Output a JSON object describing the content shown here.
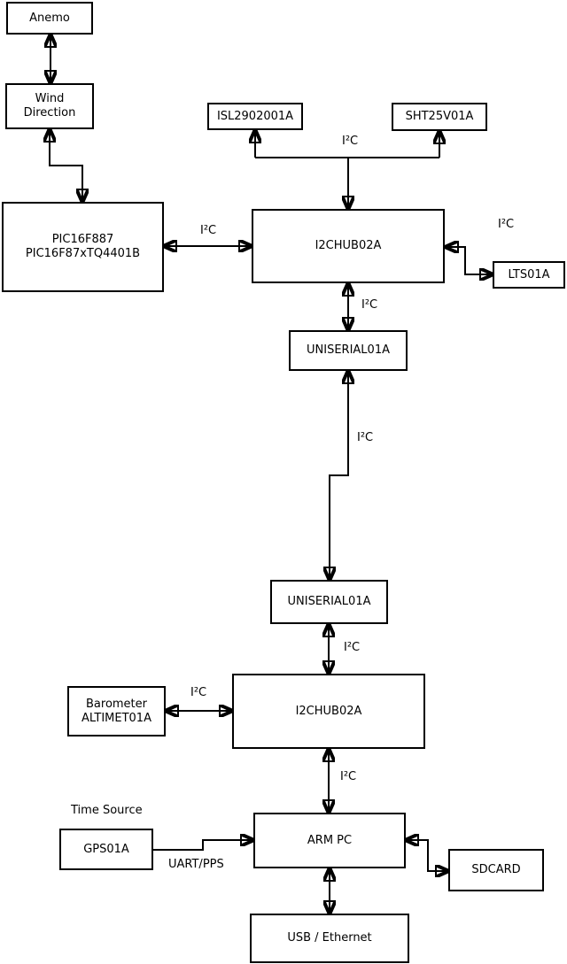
{
  "nodes": {
    "anemo": {
      "label": "Anemo"
    },
    "wind_direction": {
      "label": "Wind\nDirection"
    },
    "pic": {
      "label": "PIC16F887\nPIC16F87xTQ4401B"
    },
    "isl": {
      "label": "ISL2902001A"
    },
    "sht": {
      "label": "SHT25V01A"
    },
    "hub1": {
      "label": "I2CHUB02A"
    },
    "lts": {
      "label": "LTS01A"
    },
    "uniserial1": {
      "label": "UNISERIAL01A"
    },
    "uniserial2": {
      "label": "UNISERIAL01A"
    },
    "hub2": {
      "label": "I2CHUB02A"
    },
    "barometer": {
      "label": "Barometer\nALTIMET01A"
    },
    "arm_pc": {
      "label": "ARM PC"
    },
    "gps": {
      "label": "GPS01A"
    },
    "sdcard": {
      "label": "SDCARD"
    },
    "usb_ethernet": {
      "label": "USB / Ethernet"
    }
  },
  "edge_labels": {
    "bus_top": "I²C",
    "pic_hub1": "I²C",
    "hub1_lts": "I²C",
    "hub1_uniserial1": "I²C",
    "uniserial_link": "I²C",
    "uniserial2_hub2": "I²C",
    "barometer_hub2": "I²C",
    "hub2_armpc": "I²C",
    "time_source": "Time Source",
    "gps_armpc": "UART/PPS"
  },
  "colors": {
    "line": "#000000",
    "box_border": "#000000",
    "box_fill": "#ffffff",
    "background": "#ffffff",
    "text": "#000000"
  }
}
